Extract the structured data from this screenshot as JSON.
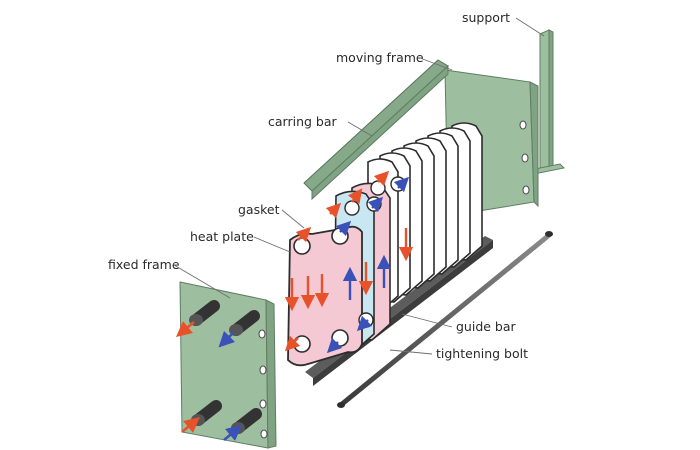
{
  "labels": {
    "support": "support",
    "moving_frame": "moving frame",
    "carring_bar": "carring bar",
    "gasket": "gasket",
    "heat_plate": "heat plate",
    "fixed_frame": "fixed frame",
    "guide_bar": "guide bar",
    "tightening_bolt": "tightening bolt"
  },
  "colors": {
    "frame": "#9dbf9f",
    "hot_flow": "#e8522b",
    "cold_flow": "#3a52b8",
    "hot_plate": "#f4c9d3",
    "cold_plate": "#c9e7f2"
  },
  "icons": [
    "hot-flow-arrow-icon",
    "cold-flow-arrow-icon"
  ]
}
